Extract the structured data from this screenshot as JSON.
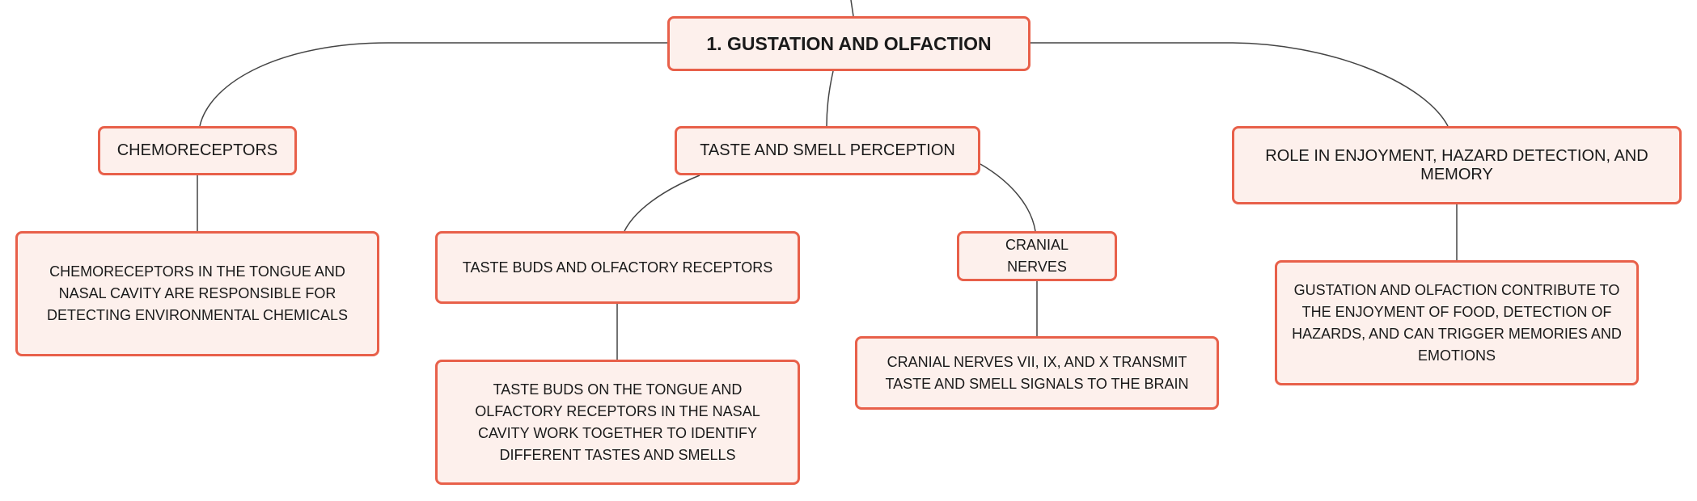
{
  "colors": {
    "node_fill": "#fdf0ec",
    "node_border": "#e8604a",
    "connector": "#444444"
  },
  "root": {
    "label": "1. GUSTATION AND OLFACTION"
  },
  "topics": {
    "chemoreceptors": {
      "label": "CHEMORECEPTORS",
      "detail": "CHEMORECEPTORS IN THE TONGUE AND NASAL CAVITY ARE RESPONSIBLE FOR DETECTING ENVIRONMENTAL CHEMICALS"
    },
    "taste_smell": {
      "label": "TASTE AND SMELL PERCEPTION",
      "subtopics": {
        "buds": {
          "label": "TASTE BUDS AND OLFACTORY RECEPTORS",
          "detail": "TASTE BUDS ON THE TONGUE AND OLFACTORY RECEPTORS IN THE NASAL CAVITY WORK TOGETHER TO IDENTIFY DIFFERENT TASTES AND SMELLS"
        },
        "cranial": {
          "label": "CRANIAL NERVES",
          "detail": "CRANIAL NERVES VII, IX, AND X TRANSMIT TASTE AND SMELL SIGNALS TO THE BRAIN"
        }
      }
    },
    "role": {
      "label": "ROLE IN ENJOYMENT, HAZARD DETECTION, AND MEMORY",
      "detail": "GUSTATION AND OLFACTION CONTRIBUTE TO THE ENJOYMENT OF FOOD, DETECTION OF HAZARDS, AND CAN TRIGGER MEMORIES AND EMOTIONS"
    }
  }
}
